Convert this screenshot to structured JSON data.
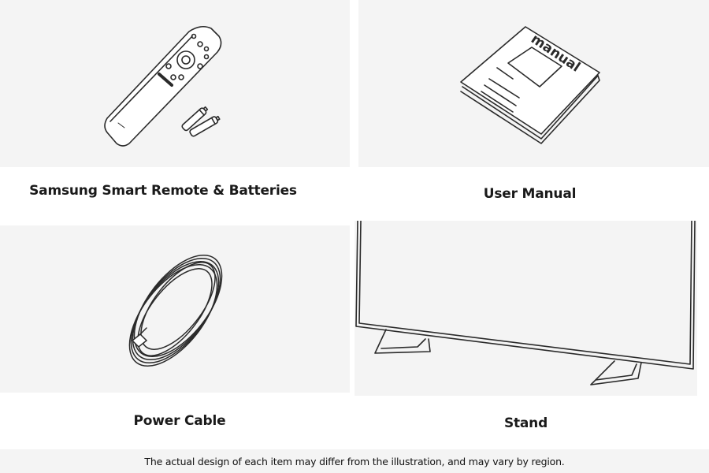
{
  "items": [
    {
      "label": "Samsung Smart Remote & Batteries",
      "icon": "remote-and-batteries-icon"
    },
    {
      "label": "User Manual",
      "icon": "manual-book-icon",
      "book_text": "manual"
    },
    {
      "label": "Power Cable",
      "icon": "power-cable-icon"
    },
    {
      "label": "Stand",
      "icon": "tv-stand-icon"
    }
  ],
  "footer": {
    "disclaimer": "The actual design of each item may differ from the illustration, and may vary by region."
  }
}
